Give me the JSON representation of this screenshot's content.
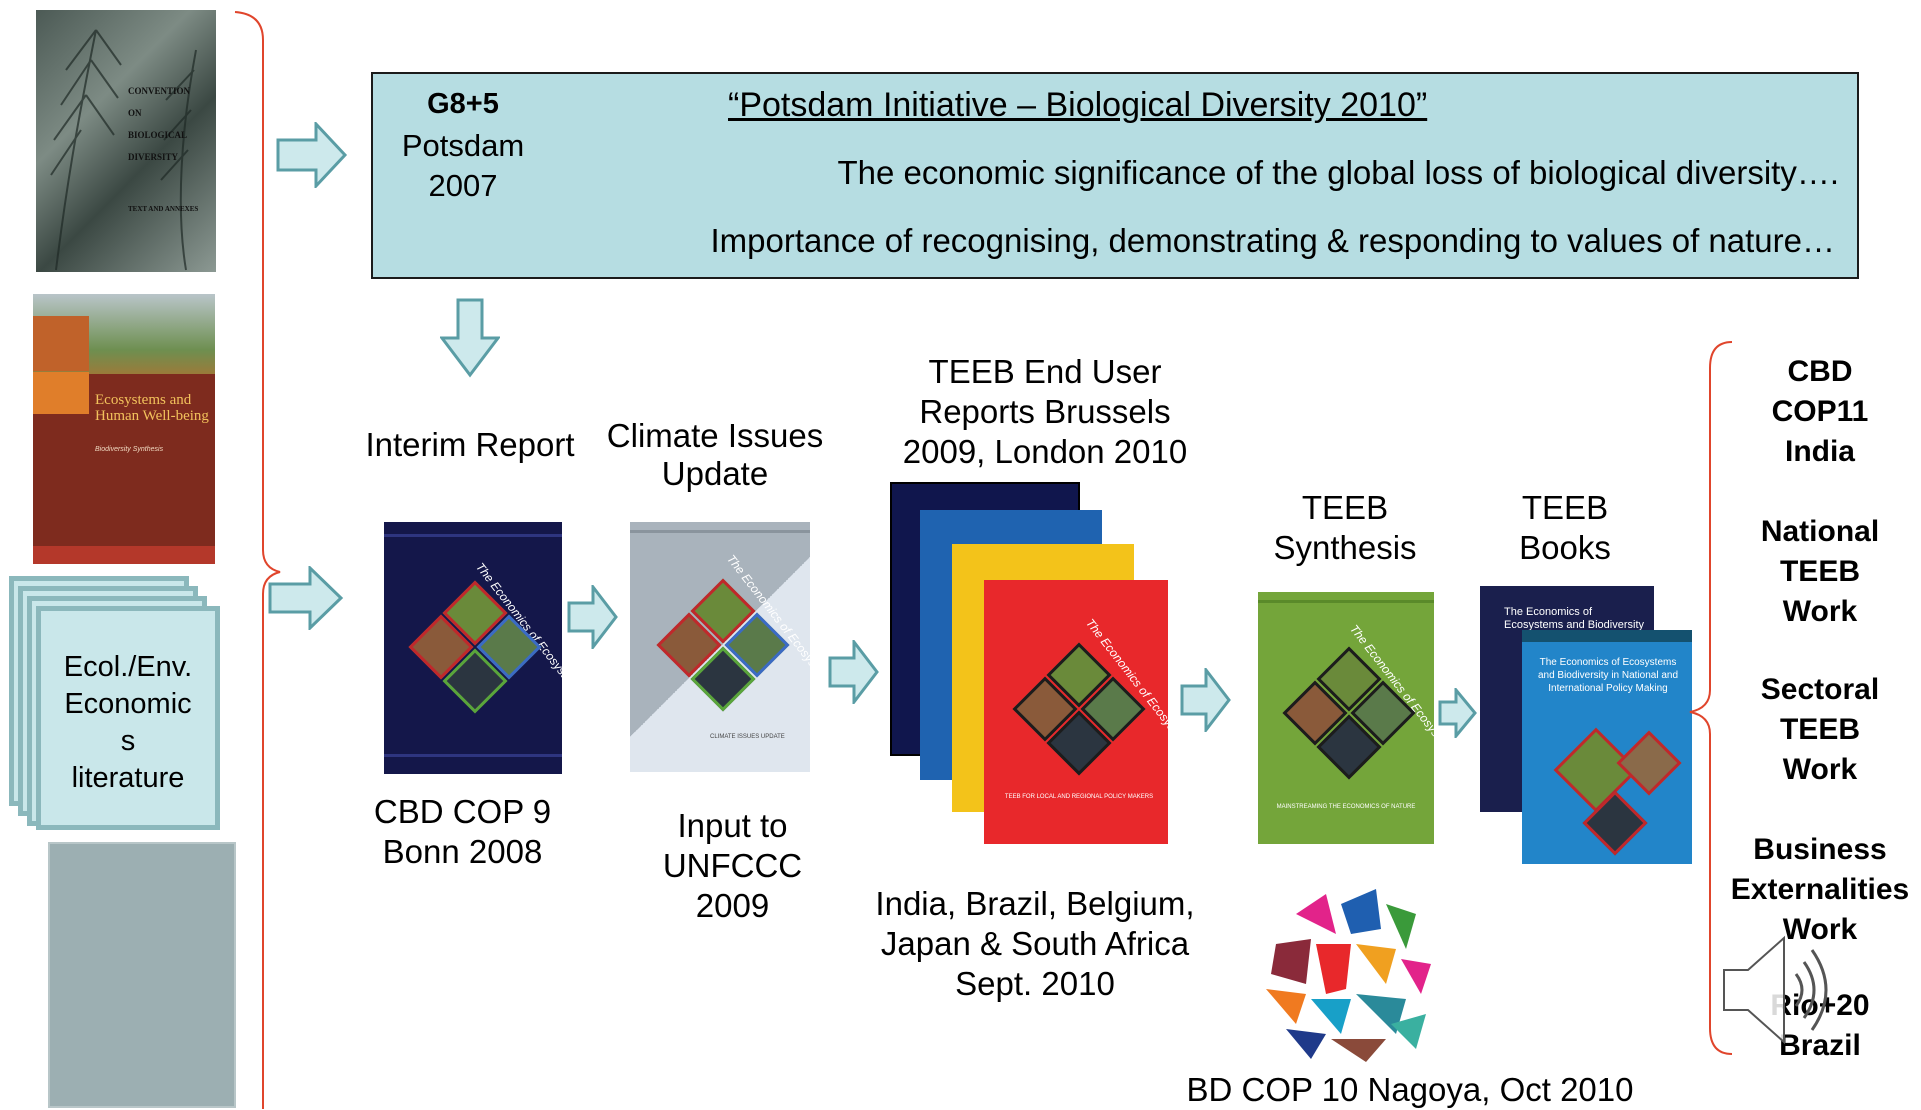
{
  "top_box": {
    "left": "G8+5",
    "left_sub1": "Potsdam",
    "left_sub2": "2007",
    "title": "“Potsdam Initiative – Biological Diversity 2010”",
    "line1": "The economic significance of the global loss of biological diversity….",
    "line2": "Importance of recognising, demonstrating & responding to values of nature…"
  },
  "side_books": {
    "book1_lines": [
      "CONVENTION",
      "ON",
      "BIOLOGICAL",
      "DIVERSITY",
      "TEXT AND ANNEXES"
    ],
    "book2_title": "Ecosystems and Human Well-being",
    "book2_sub": "Biodiversity Synthesis",
    "lit_card": [
      "Ecol./Env.",
      "Economic",
      "s",
      "literature"
    ]
  },
  "stages": {
    "interim": {
      "top": "Interim Report",
      "bottom1": "CBD COP 9",
      "bottom2": "Bonn 2008"
    },
    "climate": {
      "top1": "Climate Issues",
      "top2": "Update",
      "bottom1": "Input to",
      "bottom2": "UNFCCC",
      "bottom3": "2009",
      "cover_text": "CLIMATE ISSUES UPDATE"
    },
    "enduser": {
      "top1": "TEEB End User",
      "top2": "Reports Brussels",
      "top3": "2009,  London 2010",
      "bottom1": "India, Brazil, Belgium,",
      "bottom2": "Japan & South Africa",
      "bottom3": "Sept.  2010",
      "cover_text": "TEEB FOR LOCAL AND REGIONAL POLICY MAKERS"
    },
    "synthesis": {
      "top1": "TEEB",
      "top2": "Synthesis",
      "bottom": "BD COP 10 Nagoya,  Oct  2010",
      "cover_text": "MAINSTREAMING THE ECONOMICS OF NATURE"
    },
    "books": {
      "top1": "TEEB",
      "top2": "Books",
      "book_back_title": "The Economics of Ecosystems and Biodiversity",
      "book_front_title": "The Economics of Ecosystems and Biodiversity in National and International Policy Making"
    }
  },
  "cover_title": "The Economics of Ecosystems & Biodiversity",
  "right_list": [
    [
      "CBD",
      "COP11",
      "India"
    ],
    [
      "National",
      "TEEB",
      "Work"
    ],
    [
      "Sectoral",
      "TEEB",
      "Work"
    ],
    [
      "Business",
      "Externalities",
      "Work"
    ],
    [
      "Rio+20",
      "Brazil"
    ]
  ],
  "icons": {
    "speaker": "speaker-icon",
    "logo": "cop10-origami-logo"
  },
  "colors": {
    "box_fill": "#b6dde2",
    "arrow_fill": "#cde9ec",
    "arrow_stroke": "#5a9da5",
    "bracket": "#e0452c"
  }
}
